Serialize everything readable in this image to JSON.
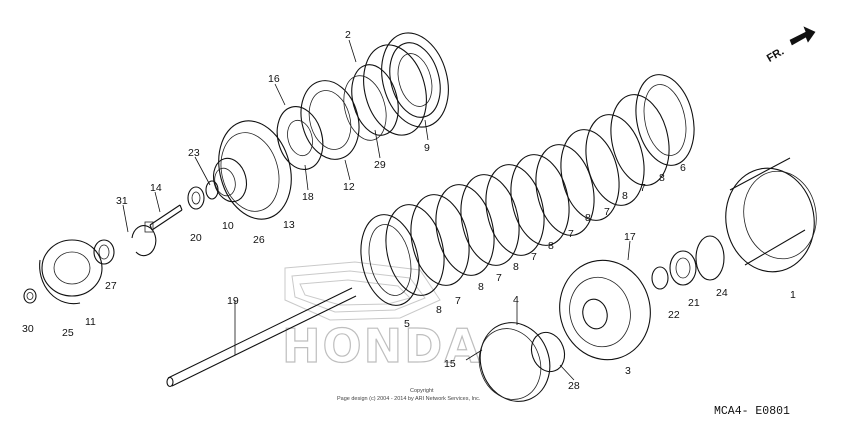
{
  "diagram": {
    "direction_label": "FR.",
    "watermark_text": "HONDA",
    "copyright_line1": "Copyright",
    "copyright_line2": "Page design (c) 2004 - 2014 by ARI Network Services, Inc.",
    "diagram_code": "MCA4- E0801",
    "callouts": [
      "1",
      "2",
      "3",
      "4",
      "5",
      "6",
      "7",
      "8",
      "9",
      "10",
      "11",
      "12",
      "13",
      "14",
      "15",
      "16",
      "17",
      "18",
      "19",
      "20",
      "21",
      "22",
      "23",
      "24",
      "25",
      "26",
      "27",
      "28",
      "29",
      "30",
      "31"
    ]
  }
}
